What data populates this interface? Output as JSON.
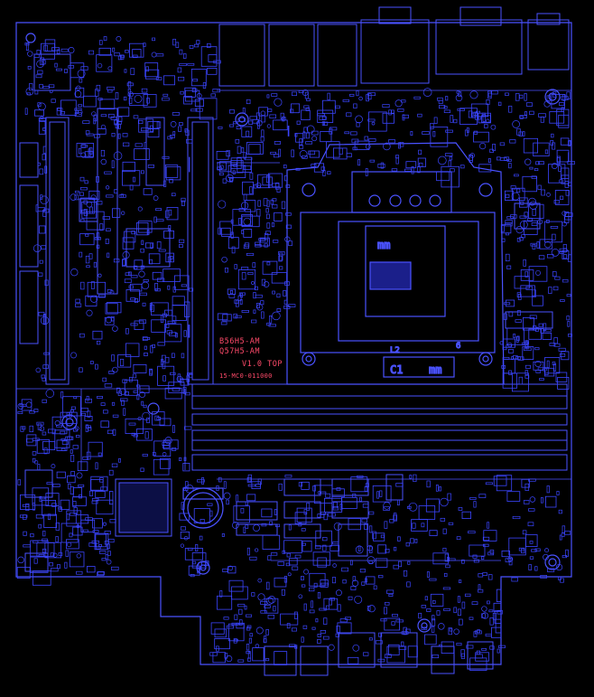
{
  "colors": {
    "background": "#000000",
    "outline": "#4a52ff",
    "component": "#3b45ff",
    "silkscreen": "#ff4a6a"
  },
  "silkscreen": {
    "model_line_1": "B56H5-AM",
    "model_line_2": "Q57H5-AM",
    "revision": "V1.0 TOP",
    "part_number": "15-MC0-011000"
  },
  "cpu_labels": {
    "mark_top": "mm",
    "mark_bottom_left": "C1",
    "mark_bottom_right": "mm",
    "small_left": "L2",
    "small_right": "6"
  }
}
